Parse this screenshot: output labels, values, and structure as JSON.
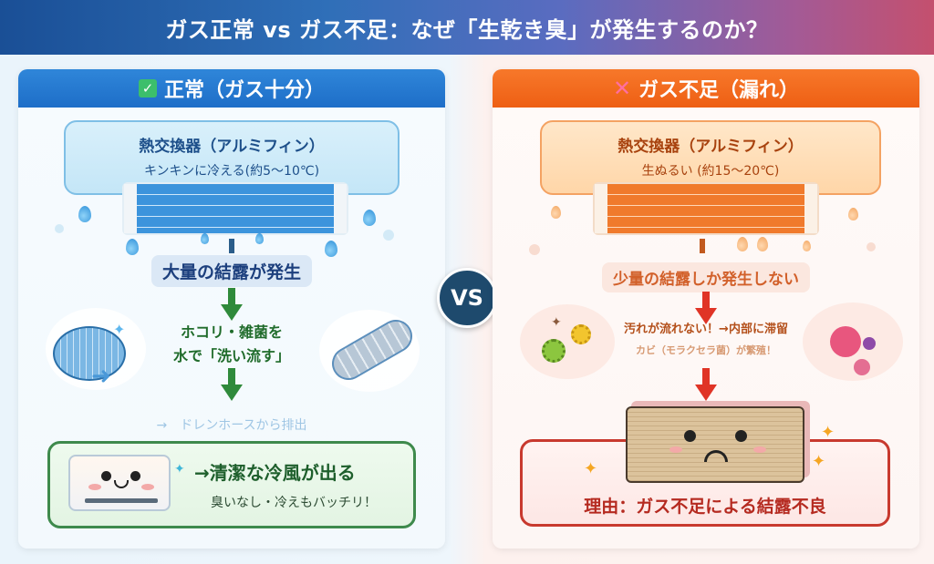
{
  "header": {
    "title": "ガス正常 vs ガス不足：なぜ「生乾き臭」が発生するのか？"
  },
  "vs_badge": "VS",
  "left": {
    "header": "正常（ガス十分）",
    "header_icon": "check-icon",
    "heat_exchanger_title": "熱交換器（アルミフィン）",
    "heat_exchanger_sub": "キンキンに冷える(約5〜10℃)",
    "condensation": "大量の結露が発生",
    "wash_line1": "ホコリ・雑菌を",
    "wash_line2": "水で「洗い流す」",
    "drain": "→　ドレンホースから排出",
    "result_title": "→清潔な冷風が出る",
    "result_sub": "臭いなし・冷えもバッチリ！",
    "accent_color": "#1e6ec8",
    "arrow_color": "#2f8a3b"
  },
  "right": {
    "header": "ガス不足（漏れ）",
    "header_icon": "cross-icon",
    "heat_exchanger_title": "熱交換器（アルミフィン）",
    "heat_exchanger_sub": "生ぬるい (約15〜20℃)",
    "condensation": "少量の結露しか発生しない",
    "mold_line1": "汚れが流れない！→内部に滞留",
    "mold_line2": "カビ（モラクセラ菌）が繁殖！",
    "result_title": "理由：ガス不足による結露不良",
    "accent_color": "#ee5f14",
    "arrow_color": "#e03426"
  }
}
